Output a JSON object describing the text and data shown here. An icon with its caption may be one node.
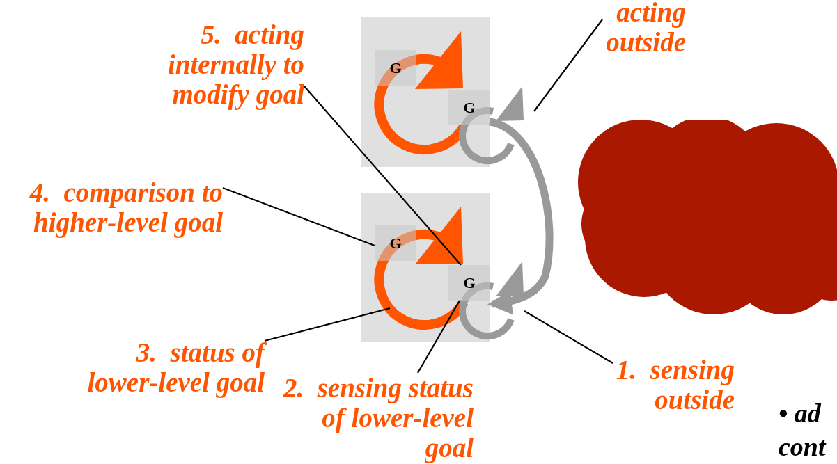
{
  "diagram": {
    "nodes": [
      {
        "text": [
          "5.  acting internally to modify goal"
        ]
      },
      {
        "text": [
          "acting outside"
        ]
      },
      {
        "text": [
          "4.  comparison to higher-level goal"
        ]
      },
      {
        "text": [
          "3.  status of lower-level goal"
        ]
      },
      {
        "text": [
          "2.  sensing status of lower-level goal"
        ]
      },
      {
        "text": [
          "1.  sensing outside"
        ]
      },
      {
        "text": [],
        "shape": "box"
      },
      {
        "text": [],
        "shape": "box"
      },
      {
        "text": [
          "G"
        ],
        "in": 6
      },
      {
        "text": [
          "G"
        ],
        "in": 6
      },
      {
        "text": [
          "G"
        ],
        "in": 7
      },
      {
        "text": [
          "G"
        ],
        "in": 7
      },
      {
        "text": [],
        "shape": "cloud"
      }
    ],
    "edges": [
      {
        "from": 0,
        "to": 11,
        "arrow": "none"
      },
      {
        "from": 1,
        "to": null,
        "arrow": "none"
      },
      {
        "from": 2,
        "to": 10,
        "arrow": "none"
      },
      {
        "from": 3,
        "to": null,
        "arrow": "none"
      },
      {
        "from": 4,
        "to": 11,
        "arrow": "none"
      },
      {
        "from": 5,
        "to": null,
        "arrow": "none"
      },
      {
        "from": 6,
        "to": 7,
        "arrow": "to",
        "style": "thick",
        "color": "#999999"
      }
    ],
    "labels": [
      "• ad",
      "cont"
    ]
  }
}
